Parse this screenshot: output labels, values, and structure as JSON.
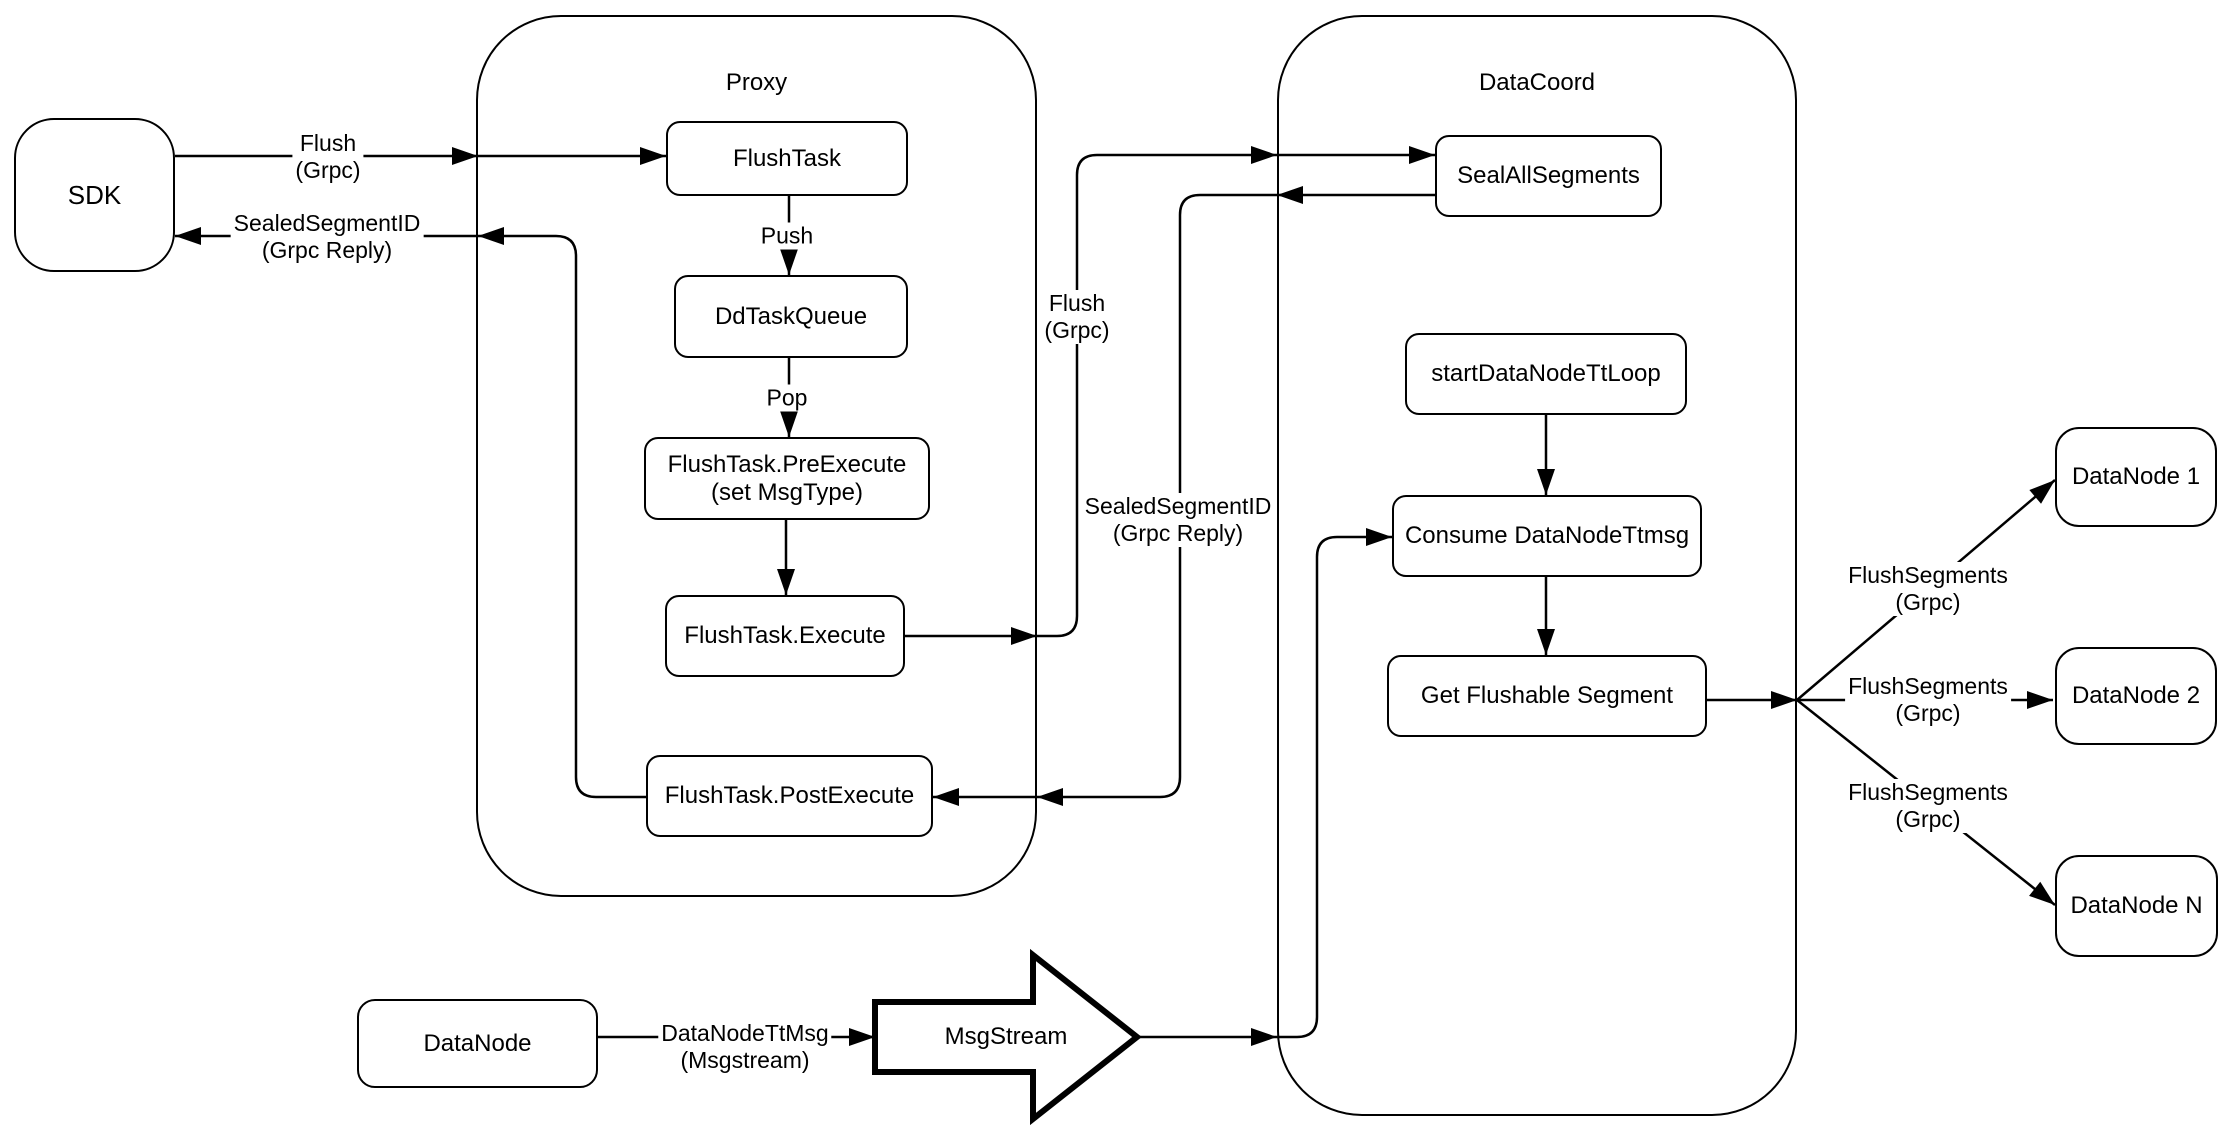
{
  "diagram": {
    "colors": {
      "stroke": "#000000",
      "background": "#ffffff"
    },
    "containers": {
      "proxy": {
        "label": "Proxy"
      },
      "datacoord": {
        "label": "DataCoord"
      }
    },
    "nodes": {
      "sdk": {
        "label": "SDK"
      },
      "flush_task": {
        "label": "FlushTask"
      },
      "dd_task_queue": {
        "label": "DdTaskQueue"
      },
      "pre_execute": {
        "line1": "FlushTask.PreExecute",
        "line2": "(set MsgType)"
      },
      "execute": {
        "label": "FlushTask.Execute"
      },
      "post_execute": {
        "label": "FlushTask.PostExecute"
      },
      "seal_all_segments": {
        "label": "SealAllSegments"
      },
      "start_data_node_tt_loop": {
        "label": "startDataNodeTtLoop"
      },
      "consume_data_node_ttmsg": {
        "label": "Consume DataNodeTtmsg"
      },
      "get_flushable_segment": {
        "label": "Get Flushable Segment"
      },
      "data_node_1": {
        "label": "DataNode 1"
      },
      "data_node_2": {
        "label": "DataNode 2"
      },
      "data_node_n": {
        "label": "DataNode N"
      },
      "data_node": {
        "label": "DataNode"
      },
      "msg_stream": {
        "label": "MsgStream"
      }
    },
    "edge_labels": {
      "flush_grpc_sdk": {
        "line1": "Flush",
        "line2": "(Grpc)"
      },
      "sealed_segment_id_sdk": {
        "line1": "SealedSegmentID",
        "line2": "(Grpc Reply)"
      },
      "push": {
        "label": "Push"
      },
      "pop": {
        "label": "Pop"
      },
      "flush_grpc_mid": {
        "line1": "Flush",
        "line2": "(Grpc)"
      },
      "sealed_segment_id_mid": {
        "line1": "SealedSegmentID",
        "line2": "(Grpc Reply)"
      },
      "flush_segments_1": {
        "line1": "FlushSegments",
        "line2": "(Grpc)"
      },
      "flush_segments_2": {
        "line1": "FlushSegments",
        "line2": "(Grpc)"
      },
      "flush_segments_3": {
        "line1": "FlushSegments",
        "line2": "(Grpc)"
      },
      "data_node_tt_msg": {
        "line1": "DataNodeTtMsg",
        "line2": "(Msgstream)"
      }
    }
  }
}
